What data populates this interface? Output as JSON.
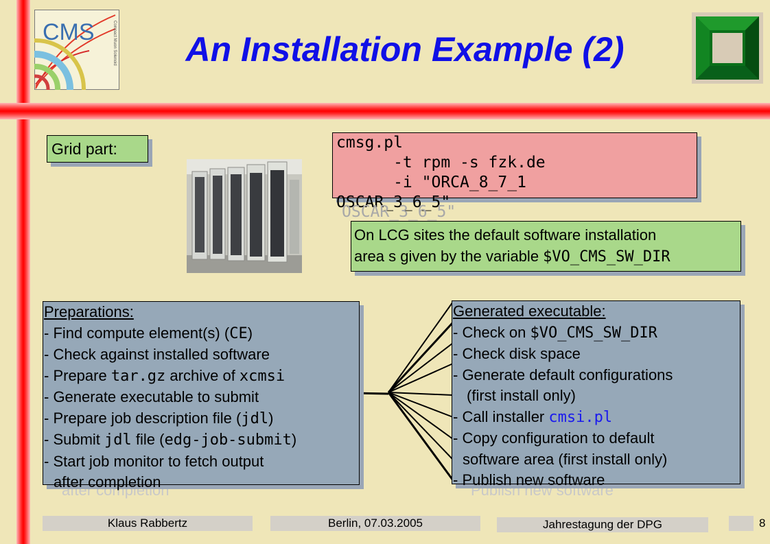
{
  "title": "An Installation Example (2)",
  "logos": {
    "cms_text": "CMS",
    "cms_subtext": "Compact Muon Solenoid",
    "right_logo": "green square logo"
  },
  "grid_label": "Grid part:",
  "command": {
    "line1": "cmsg.pl",
    "line2": "      -t rpm -s fzk.de",
    "line3": "      -i \"ORCA_8_7_1",
    "line4": "OSCAR_3_6_5\"",
    "ghost": "OSCAR_3_6_5\""
  },
  "lcg_note": {
    "line1": "On LCG sites the default software installation",
    "line2_prefix": "area s given by the variable ",
    "line2_var": "$VO_CMS_SW_DIR"
  },
  "preparations": {
    "heading": "Preparations:",
    "r1_text": "- Find compute element(s) (",
    "r1_code": "CE",
    "r1_end": ")",
    "r2": "- Check against installed software",
    "r3_text": "- Prepare ",
    "r3_code1": "tar.gz",
    "r3_mid": " archive of ",
    "r3_code2": "xcmsi",
    "r4": "- Generate executable to submit",
    "r5_text": "- Prepare job description file (",
    "r5_code": "jdl",
    "r5_end": ")",
    "r6_text": "- Submit ",
    "r6_code1": "jdl",
    "r6_mid": " file (",
    "r6_code2": "edg-job-submit",
    "r6_end": ")",
    "r7": "- Start job monitor to fetch output",
    "r8": "  after completion",
    "ghost": "after completion"
  },
  "generated": {
    "heading": "Generated executable:",
    "r1_text": "- Check on ",
    "r1_code": "$VO_CMS_SW_DIR",
    "r2": "- Check disk space",
    "r3": "- Generate default configurations",
    "r4": "  (first install only)",
    "r5_text": "- Call installer ",
    "r5_code": "cmsi.pl",
    "r6": "- Copy configuration to default",
    "r7": "  software area (first install only)",
    "r8": "- Publish new software",
    "ghost": "Publish new software"
  },
  "footer": {
    "author": "Klaus Rabbertz",
    "place_date": "Berlin, 07.03.2005",
    "event": "Jahrestagung der DPG",
    "page": "8"
  },
  "colors": {
    "background": "#efe6b8",
    "title": "#1010e6",
    "accent_bar": "#ff0000",
    "green_box": "#a9d88a",
    "pink_box": "#f0a0a0",
    "panel": "#96a8b8"
  }
}
